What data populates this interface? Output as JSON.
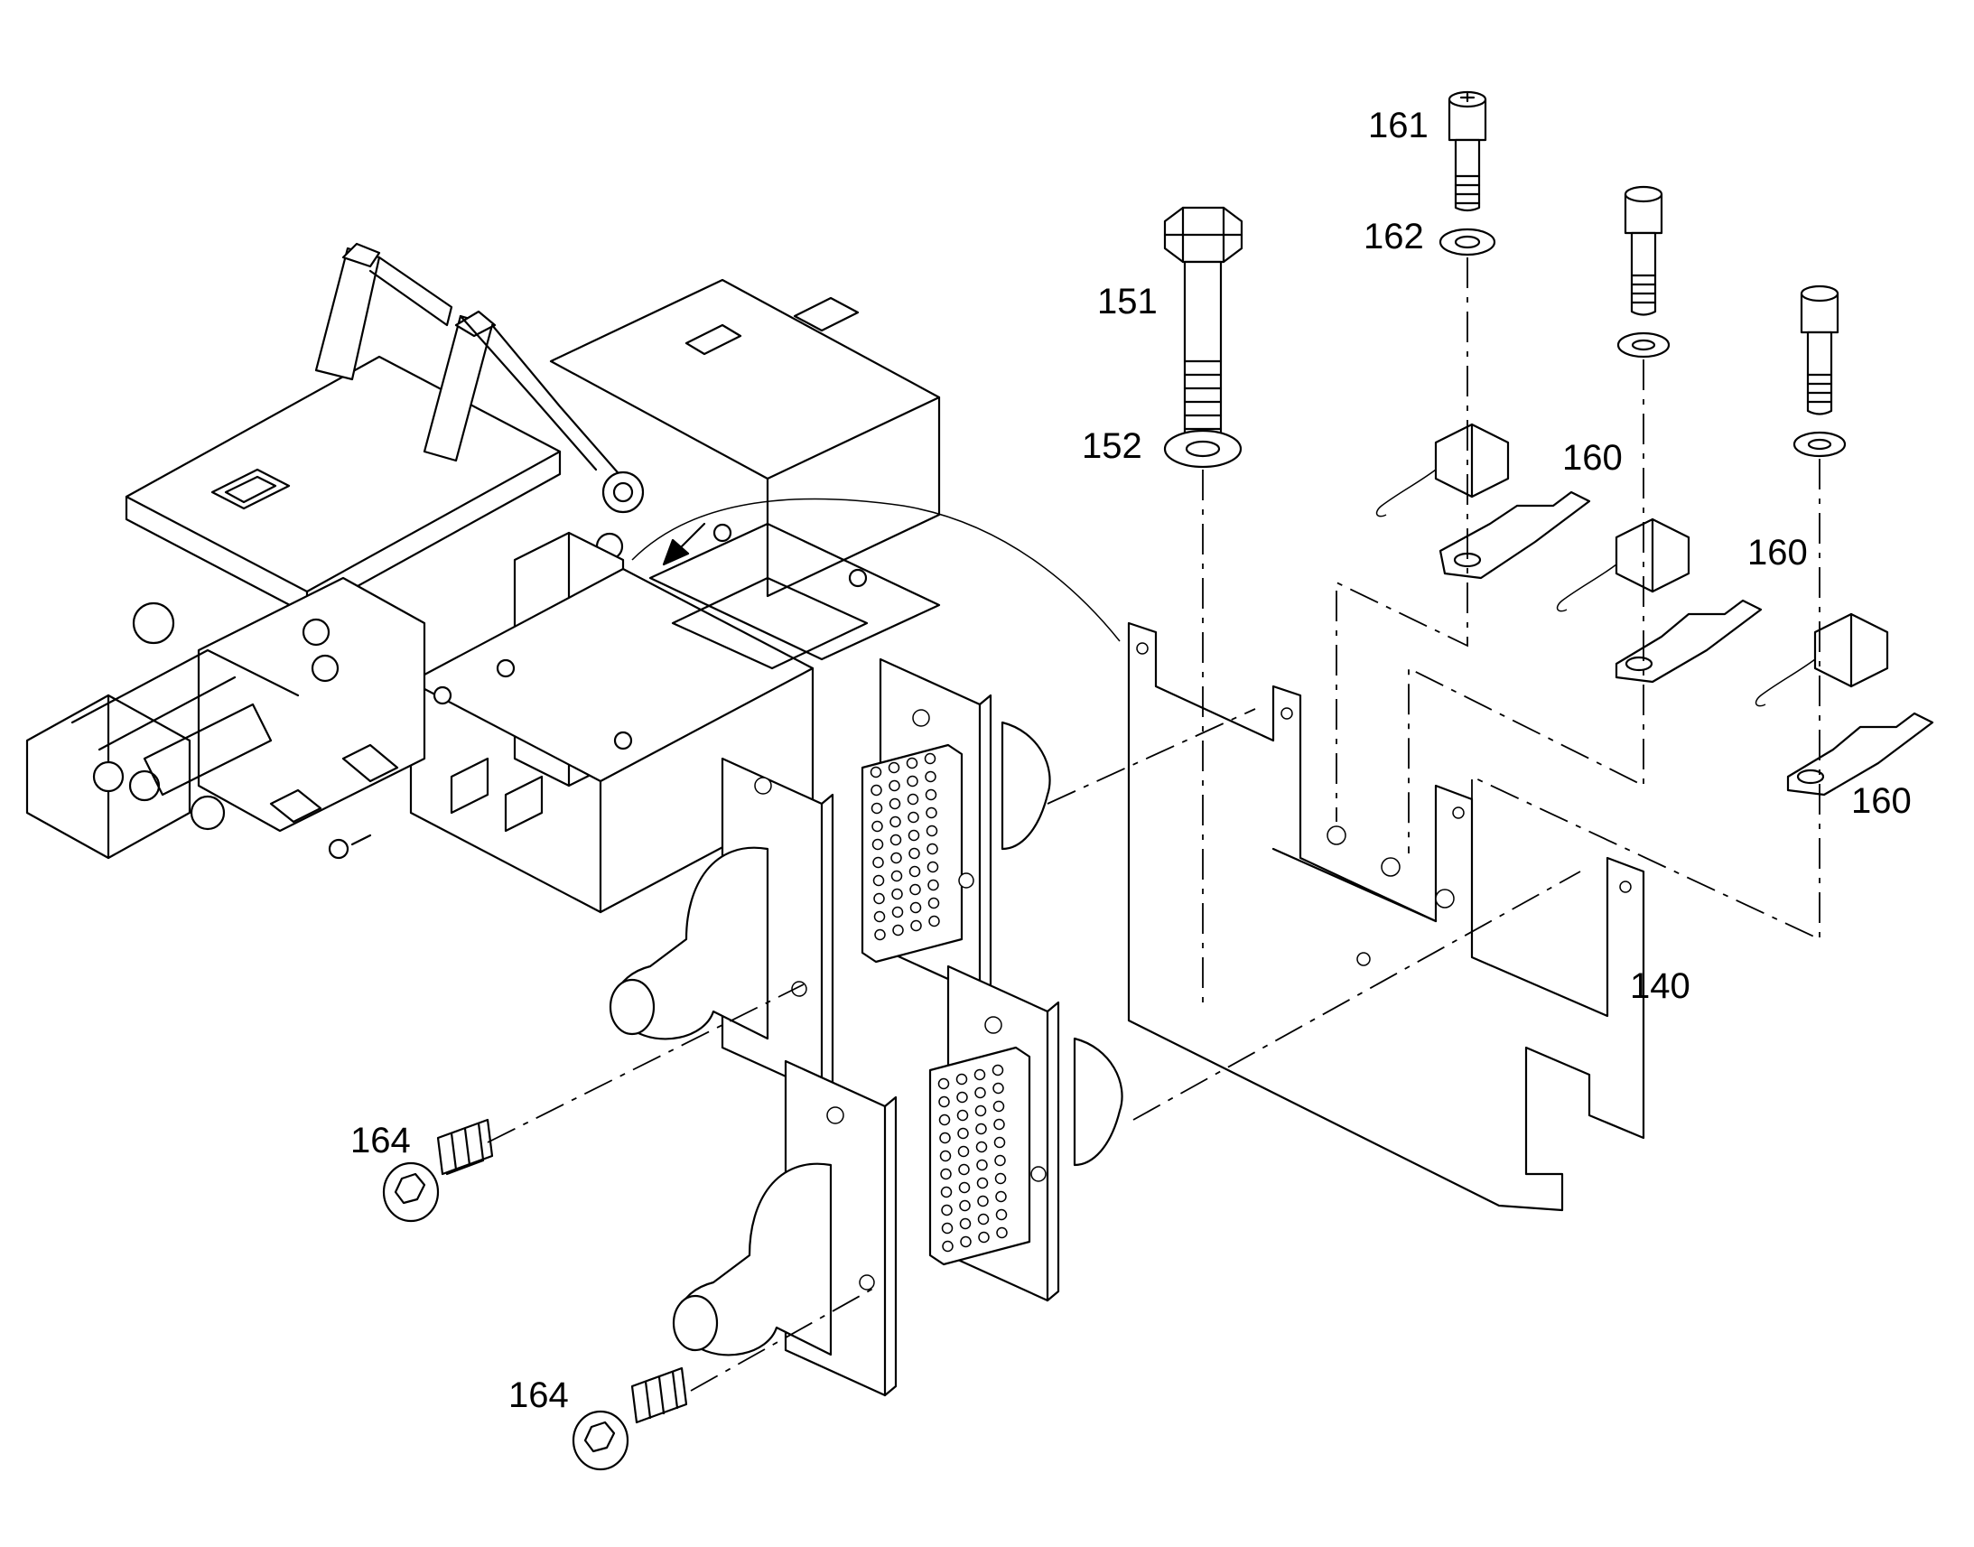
{
  "diagram": {
    "labels": {
      "p161": "161",
      "p162": "162",
      "p151": "151",
      "p152": "152",
      "p160a": "160",
      "p160b": "160",
      "p160c": "160",
      "p140": "140",
      "p164a": "164",
      "p164b": "164"
    }
  }
}
